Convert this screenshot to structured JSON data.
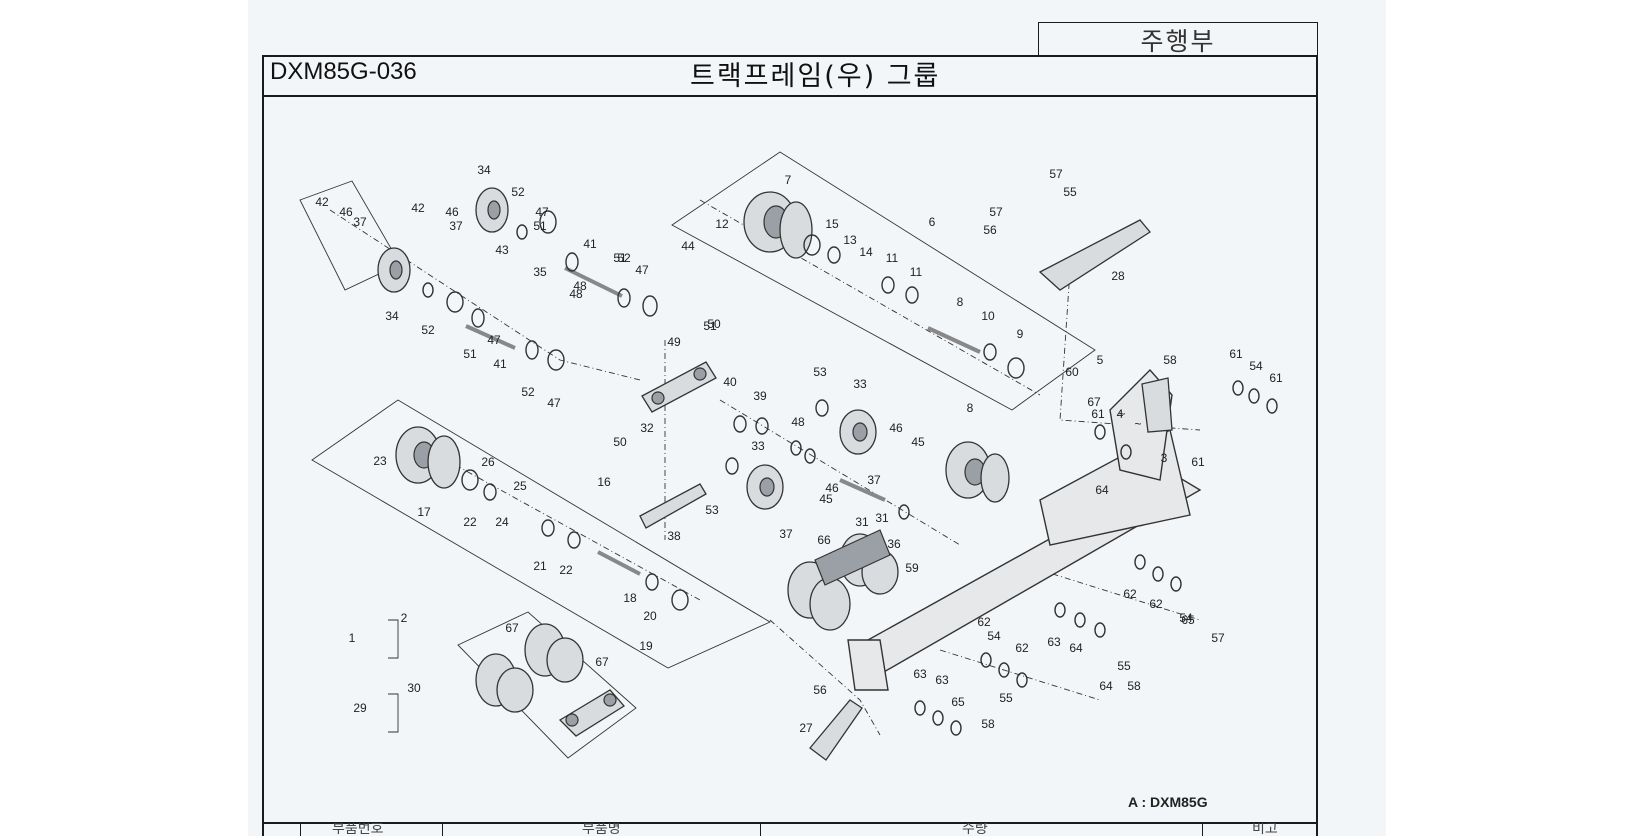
{
  "header": {
    "section": "주행부",
    "code": "DXM85G-036",
    "title": "트랙프레임(우) 그룹"
  },
  "note": "A : DXM85G",
  "callouts": [
    "1",
    "2",
    "3",
    "4",
    "5",
    "6",
    "7",
    "8",
    "8",
    "9",
    "10",
    "11",
    "11",
    "12",
    "13",
    "14",
    "15",
    "16",
    "17",
    "18",
    "19",
    "20",
    "21",
    "22",
    "22",
    "23",
    "24",
    "25",
    "26",
    "27",
    "28",
    "29",
    "30",
    "31",
    "31",
    "32",
    "33",
    "33",
    "34",
    "34",
    "35",
    "36",
    "37",
    "37",
    "37",
    "37",
    "38",
    "39",
    "40",
    "41",
    "41",
    "42",
    "42",
    "43",
    "44",
    "45",
    "45",
    "46",
    "46",
    "46",
    "46",
    "47",
    "47",
    "47",
    "47",
    "48",
    "48",
    "48",
    "49",
    "50",
    "50",
    "51",
    "51",
    "51",
    "51",
    "52",
    "52",
    "52",
    "52",
    "53",
    "53",
    "54",
    "54",
    "54",
    "55",
    "55",
    "55",
    "56",
    "56",
    "57",
    "57",
    "57",
    "58",
    "58",
    "58",
    "59",
    "60",
    "61",
    "61",
    "61",
    "61",
    "62",
    "62",
    "62",
    "62",
    "63",
    "63",
    "63",
    "64",
    "64",
    "64",
    "65",
    "65",
    "66",
    "67",
    "67",
    "67",
    "~",
    "~"
  ],
  "footer": [
    "부품번호",
    "부품명",
    "수량",
    "비고"
  ]
}
